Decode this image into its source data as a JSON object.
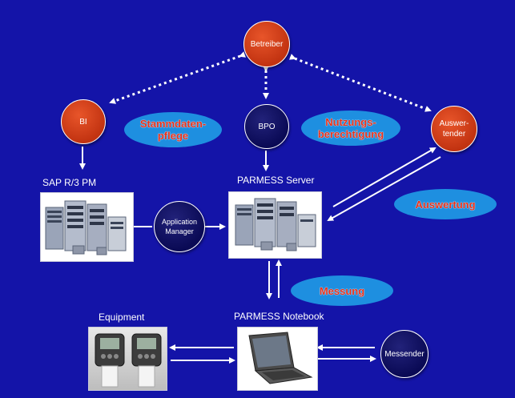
{
  "nodes": {
    "betreiber": "Betreiber",
    "bi": "BI",
    "bpo": "BPO",
    "auswertender": "Auswer-\ntender",
    "application_manager": "Application\nManager",
    "messender": "Messender"
  },
  "labels": {
    "stammdatenpflege": "Stammdaten-\npflege",
    "nutzungsberechtigung": "Nutzungs-\nberechtigung",
    "auswertung": "Auswertung",
    "messung": "Messung"
  },
  "systems": {
    "sap": "SAP R/3 PM",
    "parmess_server": "PARMESS Server",
    "equipment": "Equipment",
    "parmess_notebook": "PARMESS Notebook"
  },
  "colors": {
    "background": "#1414a8",
    "operator_circle": "#d43c19",
    "system_circle": "#0a0a55",
    "label_ellipse": "#1e8fe0",
    "label_text": "#e8311a",
    "arrow": "#ffffff"
  }
}
